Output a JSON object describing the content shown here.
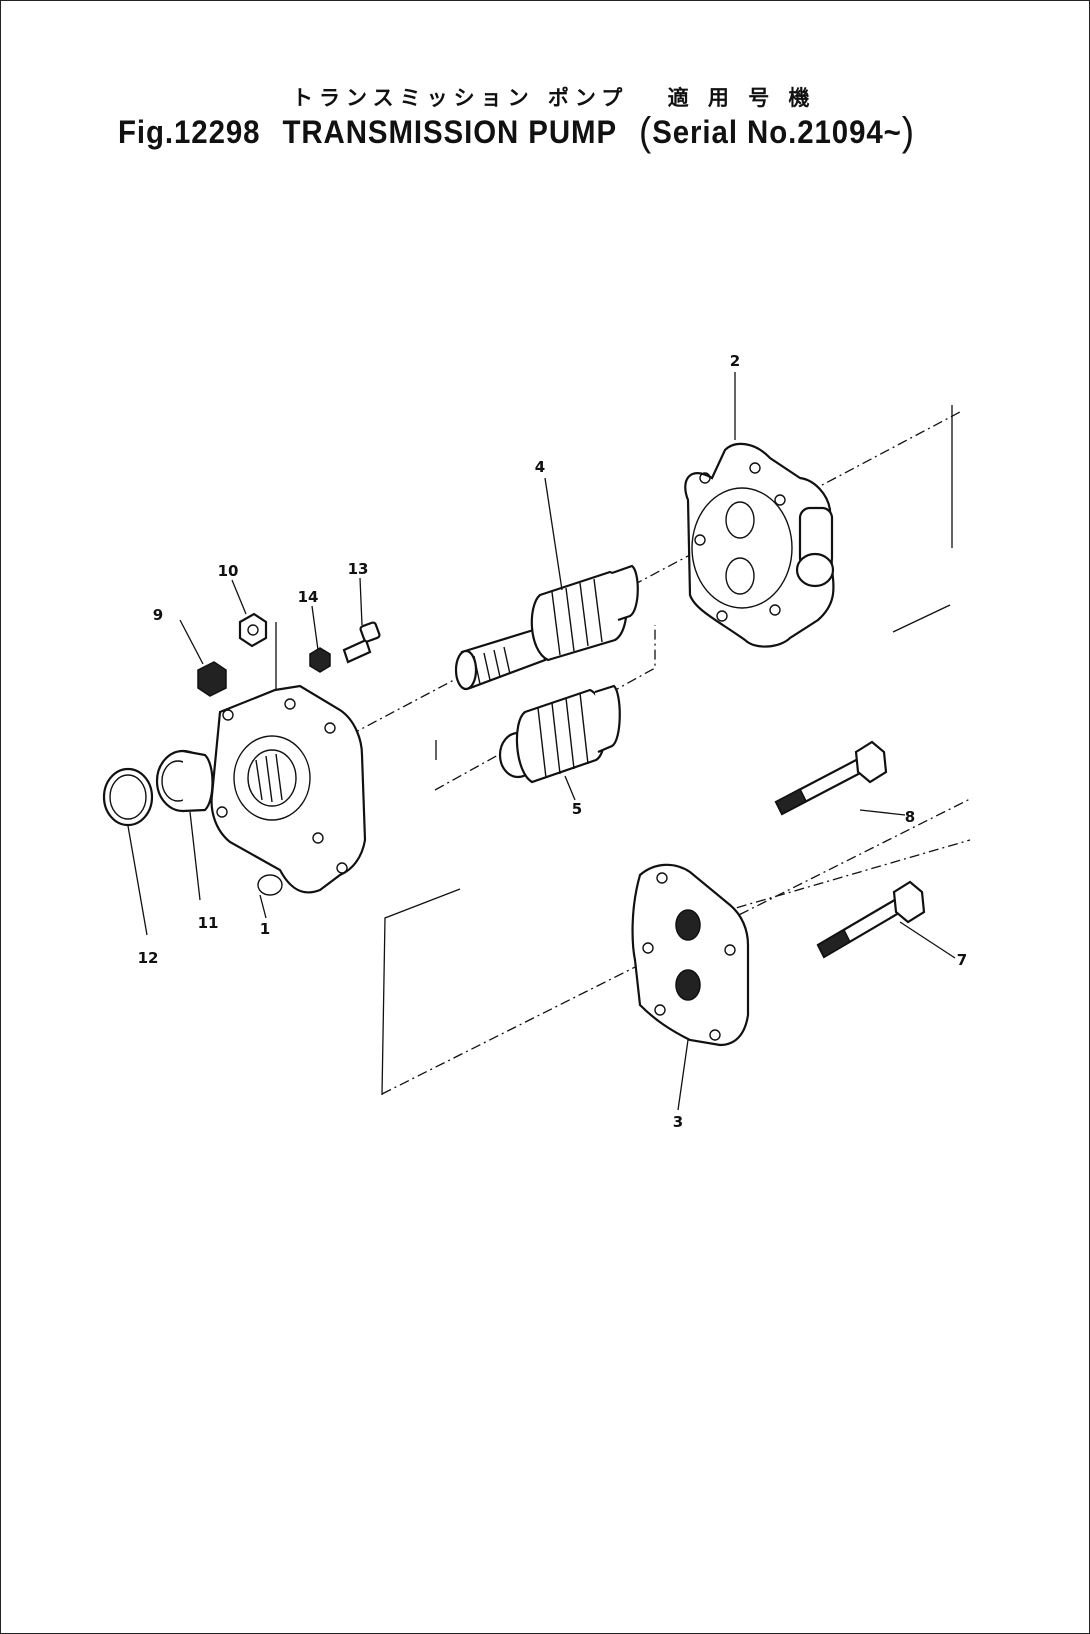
{
  "title": {
    "japanese": "トランスミッション ポンプ",
    "japanese_serial": "適 用 号 機",
    "fig_number": "Fig.12298",
    "name": "TRANSMISSION PUMP",
    "serial": "Serial No.21094~"
  },
  "callouts": [
    {
      "id": "callout-1",
      "label": "1"
    },
    {
      "id": "callout-2",
      "label": "2"
    },
    {
      "id": "callout-3",
      "label": "3"
    },
    {
      "id": "callout-4",
      "label": "4"
    },
    {
      "id": "callout-5",
      "label": "5"
    },
    {
      "id": "callout-7",
      "label": "7"
    },
    {
      "id": "callout-8",
      "label": "8"
    },
    {
      "id": "callout-9",
      "label": "9"
    },
    {
      "id": "callout-10",
      "label": "10"
    },
    {
      "id": "callout-11",
      "label": "11"
    },
    {
      "id": "callout-12",
      "label": "12"
    },
    {
      "id": "callout-13",
      "label": "13"
    },
    {
      "id": "callout-14",
      "label": "14"
    }
  ]
}
